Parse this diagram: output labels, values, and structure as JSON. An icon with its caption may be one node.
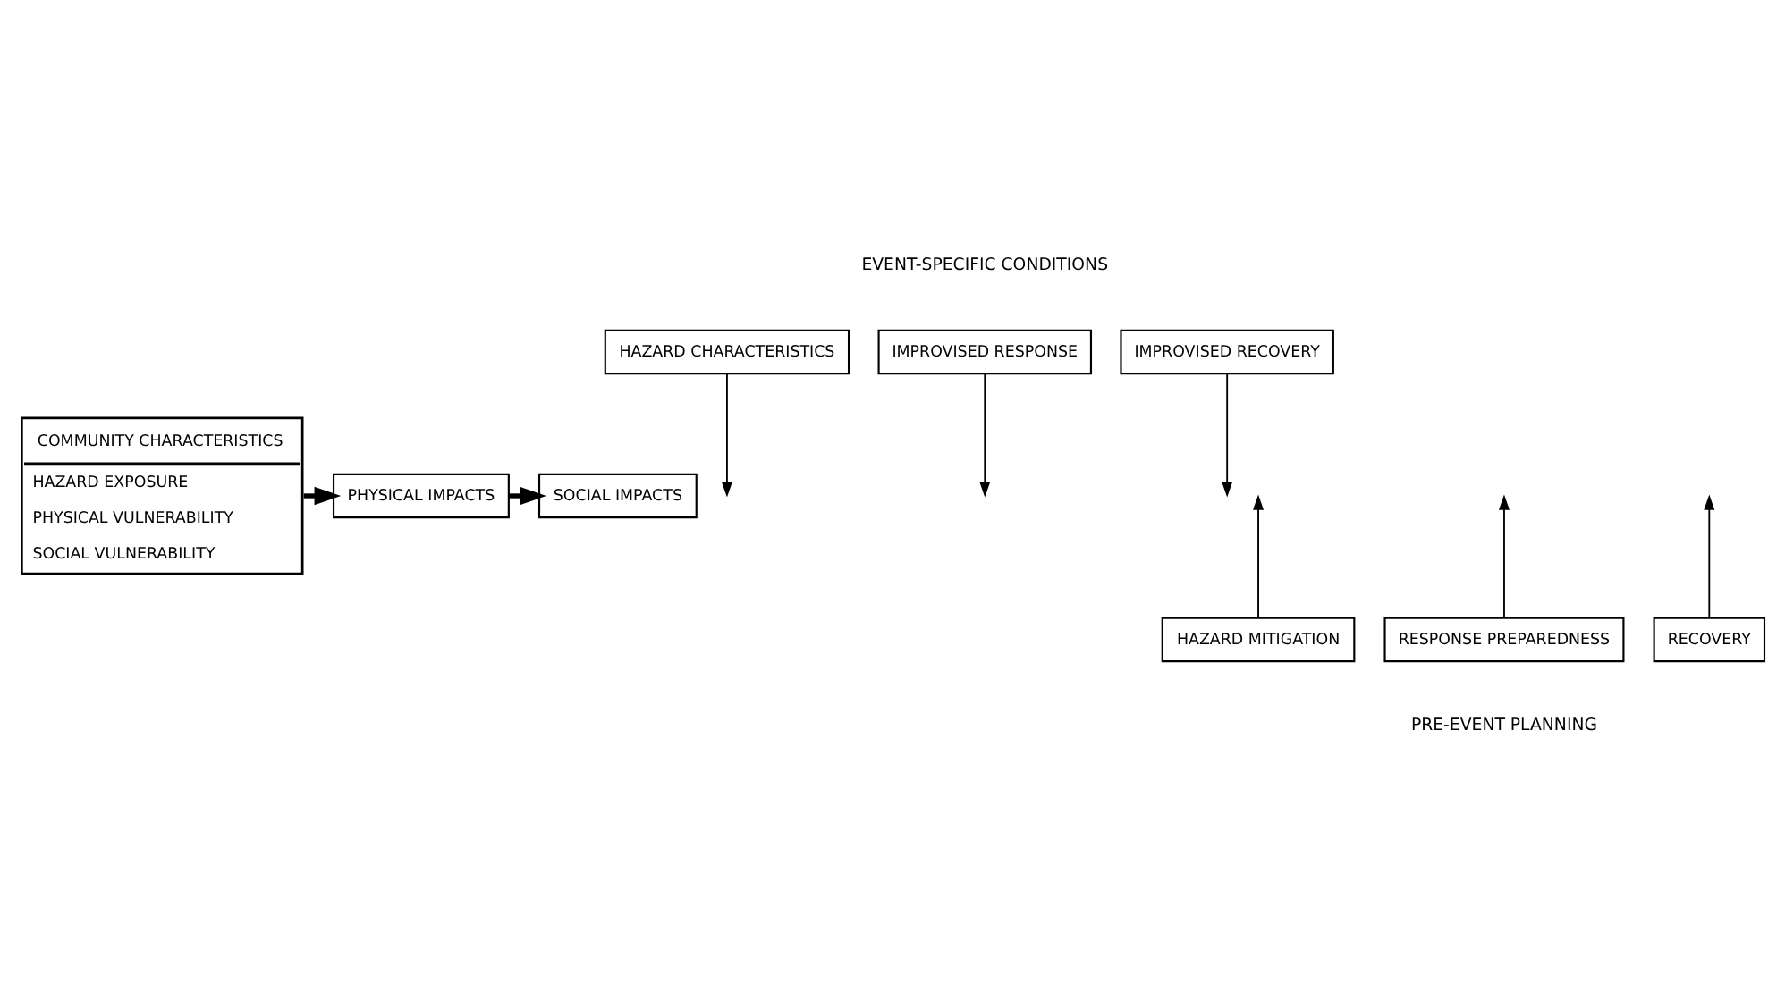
{
  "diagram": {
    "nodes": [
      {
        "text": [
          "COMMUNITY CHARACTERISTICS",
          "HAZARD EXPOSURE",
          "PHYSICAL VULNERABILITY",
          "SOCIAL VULNERABILITY"
        ]
      },
      {
        "text": [
          "HAZARD CHARACTERISTICS"
        ]
      },
      {
        "text": [
          "IMPROVISED RESPONSE"
        ]
      },
      {
        "text": [
          "IMPROVISED RECOVERY"
        ]
      },
      {
        "text": [
          "PHYSICAL IMPACTS"
        ]
      },
      {
        "text": [
          "SOCIAL IMPACTS"
        ]
      },
      {
        "text": [
          "HAZARD MITIGATION"
        ]
      },
      {
        "text": [
          "RESPONSE PREPAREDNESS"
        ]
      },
      {
        "text": [
          "RECOVERY"
        ]
      }
    ],
    "edges": [
      {
        "from": 0,
        "to": 4,
        "arrow": "to",
        "style": "thick"
      },
      {
        "from": 4,
        "to": 5,
        "arrow": "to",
        "style": "thick"
      },
      {
        "from": 1,
        "to": null,
        "arrow": "to"
      },
      {
        "from": 2,
        "to": null,
        "arrow": "to"
      },
      {
        "from": 3,
        "to": null,
        "arrow": "to"
      },
      {
        "from": 6,
        "to": null,
        "arrow": "to"
      },
      {
        "from": 7,
        "to": null,
        "arrow": "to"
      },
      {
        "from": 8,
        "to": null,
        "arrow": "to"
      }
    ],
    "labels": [
      "EVENT-SPECIFIC CONDITIONS",
      "PRE-EVENT PLANNING"
    ]
  }
}
